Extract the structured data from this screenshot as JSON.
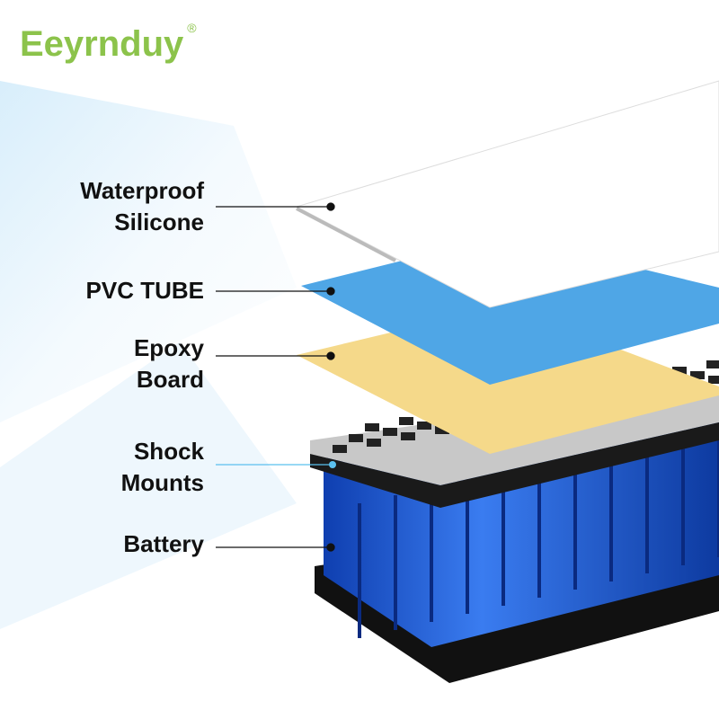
{
  "logo": {
    "text": "Eeyrnduy",
    "registered": "®",
    "color": "#8cc34b",
    "accent": "#2f9bd8"
  },
  "labels": [
    {
      "text": "Waterproof\nSilicone",
      "lines": [
        "Waterproof",
        "Silicone"
      ]
    },
    {
      "text": "PVC TUBE",
      "lines": [
        "PVC TUBE"
      ]
    },
    {
      "text": "Epoxy\nBoard",
      "lines": [
        "Epoxy",
        "Board"
      ]
    },
    {
      "text": "Shock\nMounts",
      "lines": [
        "Shock",
        "Mounts"
      ]
    },
    {
      "text": "Battery",
      "lines": [
        "Battery"
      ]
    }
  ],
  "colors": {
    "silicone": "#ffffff",
    "pvc": "#4fa6e6",
    "epoxy": "#f5d98a",
    "battery": "#1e5fd6",
    "holder": "#1a1a1a",
    "mount": "#c8c8c8"
  }
}
